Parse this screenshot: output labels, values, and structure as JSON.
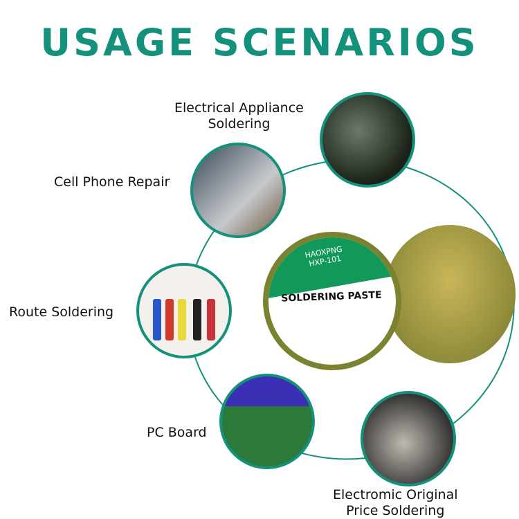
{
  "page": {
    "title": "USAGE SCENARIOS"
  },
  "scenarios": [
    {
      "label_line1": "Electrical Appliance",
      "label_line2": "Soldering"
    },
    {
      "label_line1": "Cell Phone Repair",
      "label_line2": ""
    },
    {
      "label_line1": "Route Soldering",
      "label_line2": ""
    },
    {
      "label_line1": "PC Board",
      "label_line2": ""
    },
    {
      "label_line1": "Electromic Original",
      "label_line2": "Price Soldering"
    }
  ],
  "product": {
    "brand": "HAOXPNG",
    "model": "HXP-101",
    "name": "SOLDERING PASTE"
  },
  "colors": {
    "accent": "#14917a",
    "label_green": "#12995a"
  }
}
